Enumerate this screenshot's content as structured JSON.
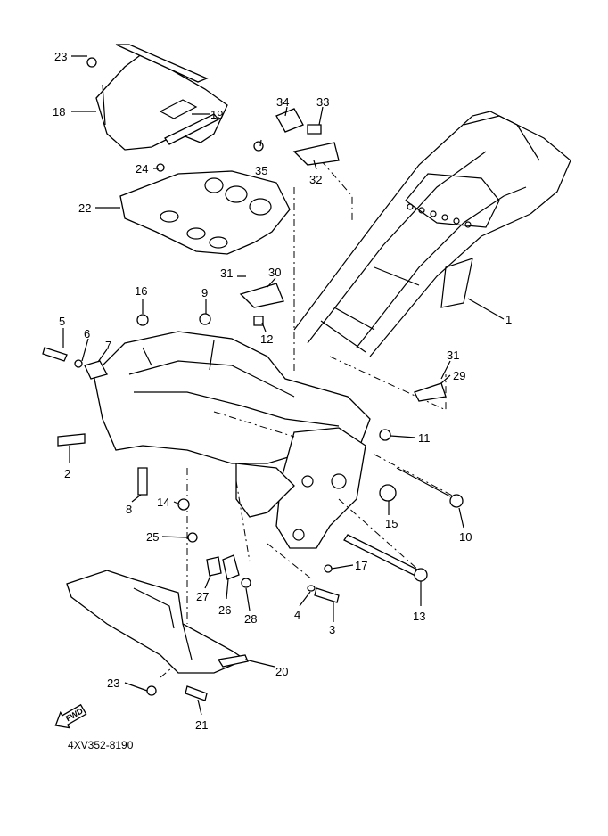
{
  "diagram_code": "4XV352-8190",
  "fwd_label": "FWD",
  "callouts": {
    "c23a": "23",
    "c18": "18",
    "c19": "19",
    "c34": "34",
    "c33": "33",
    "c35": "35",
    "c32": "32",
    "c24": "24",
    "c22": "22",
    "c31a": "31",
    "c30": "30",
    "c16": "16",
    "c9": "9",
    "c5": "5",
    "c6": "6",
    "c7": "7",
    "c12": "12",
    "c1": "1",
    "c31b": "31",
    "c29": "29",
    "c2": "2",
    "c11": "11",
    "c8": "8",
    "c14": "14",
    "c15": "15",
    "c10": "10",
    "c25": "25",
    "c17": "17",
    "c27": "27",
    "c26": "26",
    "c28": "28",
    "c4": "4",
    "c3": "3",
    "c13": "13",
    "c20": "20",
    "c23b": "23",
    "c21": "21"
  }
}
